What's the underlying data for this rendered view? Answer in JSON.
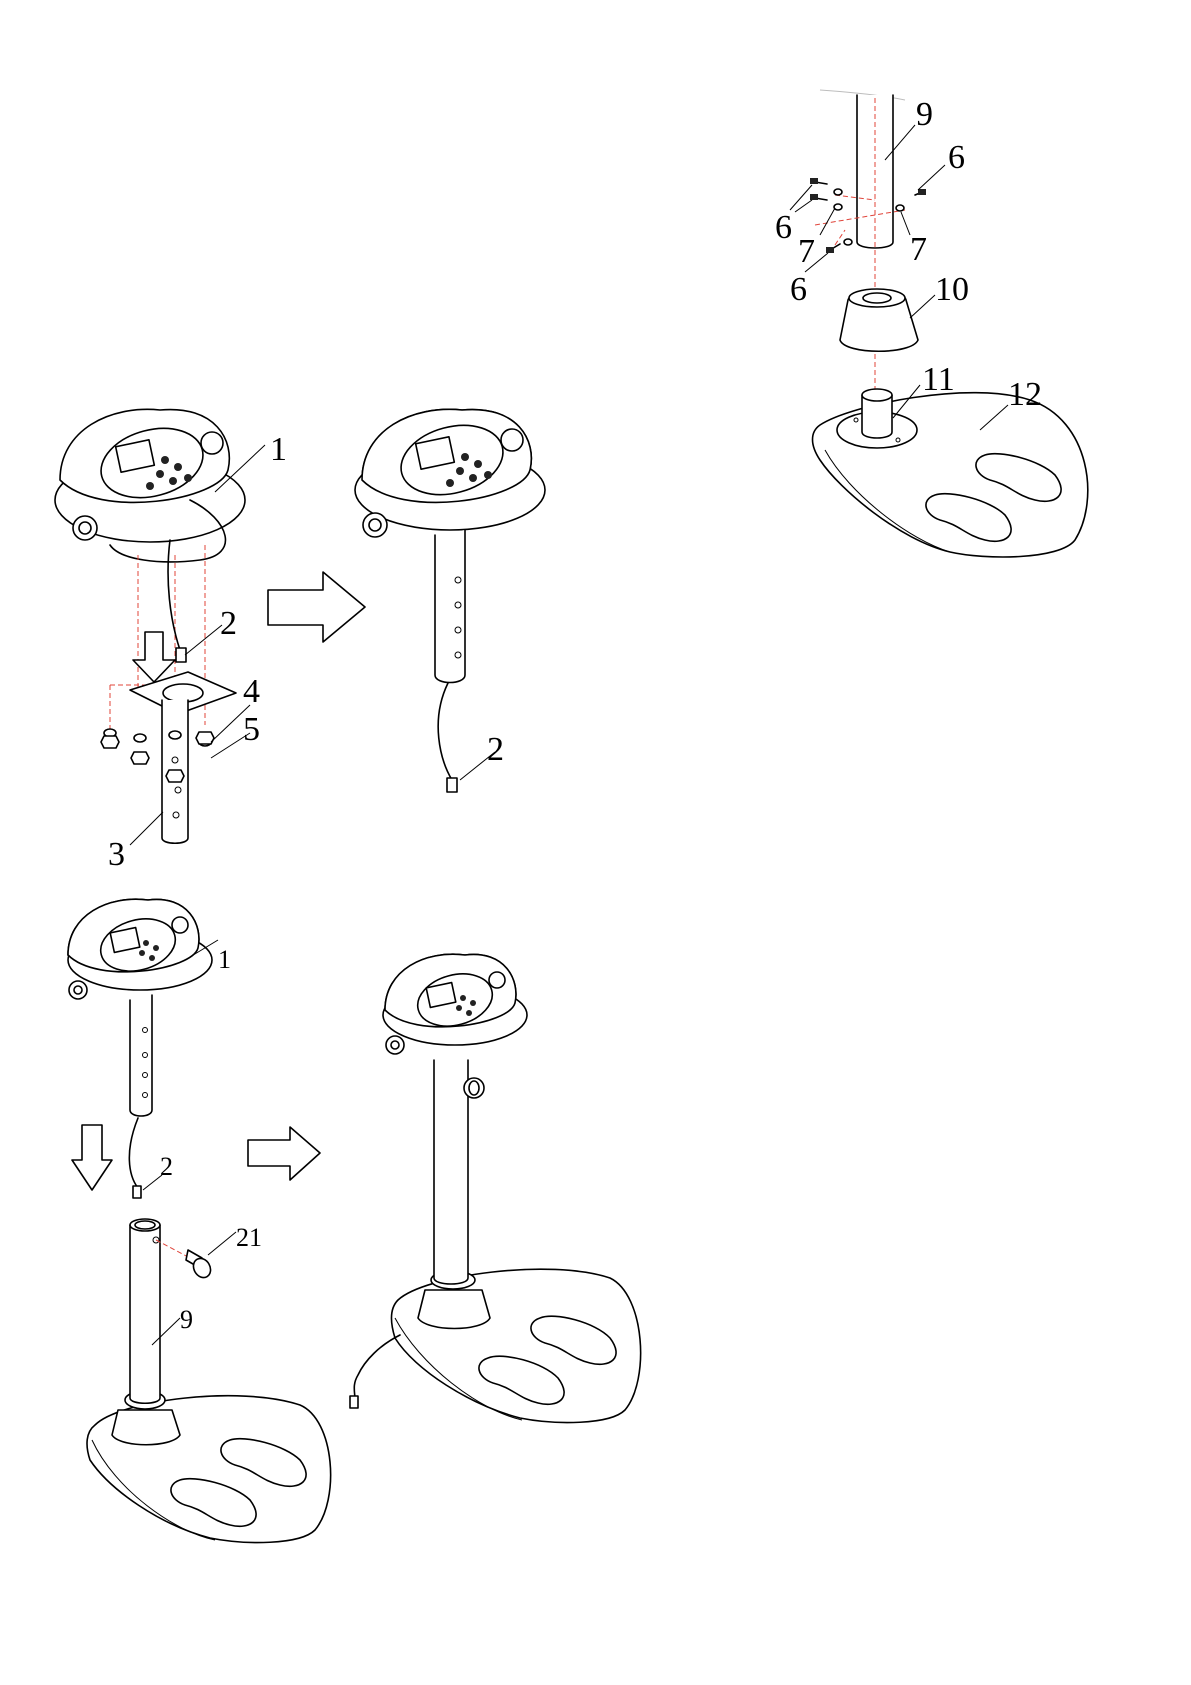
{
  "diagram": {
    "steps": [
      {
        "id": "step-1",
        "labels": {
          "head": "1",
          "cable": "2",
          "tube": "3",
          "washer": "4",
          "nut": "5",
          "cable_after": "2"
        }
      },
      {
        "id": "step-2",
        "labels": {
          "screw_left": "6",
          "screw_right": "6",
          "screw_bottom": "6",
          "washer_left": "7",
          "washer_right": "7",
          "column": "9",
          "cover": "10",
          "socket": "11",
          "base": "12"
        }
      },
      {
        "id": "step-3",
        "labels": {
          "head": "1",
          "cable": "2",
          "knob": "21",
          "column": "9"
        }
      }
    ],
    "accent_color": "#e0443a"
  }
}
